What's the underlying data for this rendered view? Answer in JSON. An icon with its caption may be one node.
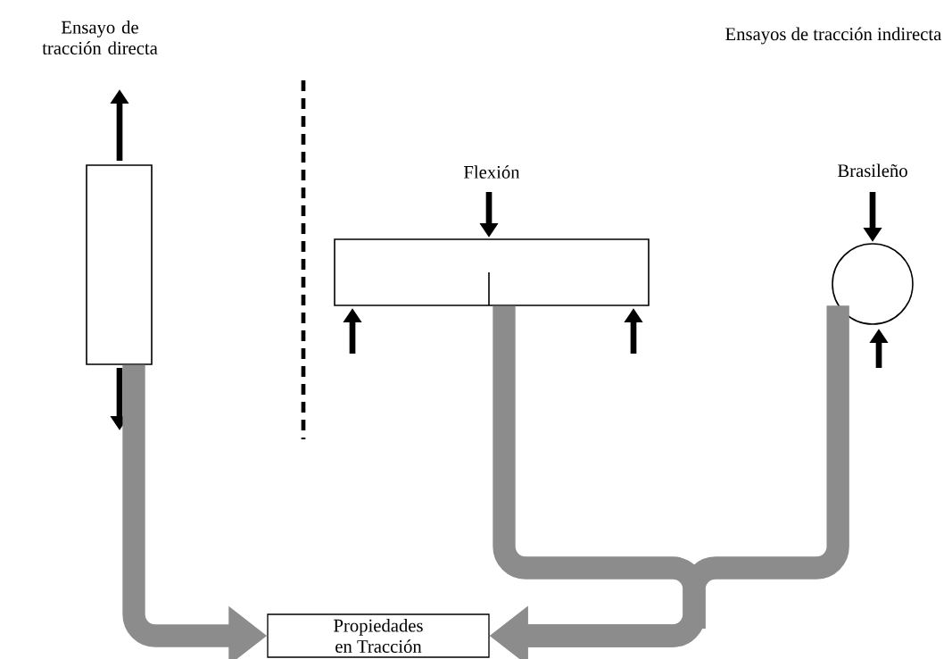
{
  "diagram": {
    "nodes": [
      {
        "text": [],
        "shape": "box"
      },
      {
        "text": [
          "Flexión"
        ]
      },
      {
        "text": [
          "Brasileño"
        ]
      },
      {
        "text": [
          "Propiedades en Tracción"
        ]
      }
    ],
    "edges": [
      {
        "from": 0,
        "to": 3,
        "arrow": "to"
      },
      {
        "from": 1,
        "to": 3,
        "arrow": "to"
      },
      {
        "from": 2,
        "to": 3,
        "arrow": "to"
      }
    ],
    "labels": [
      "Ensayo de tracción directa",
      "Ensayos de tracción indirecta"
    ]
  }
}
